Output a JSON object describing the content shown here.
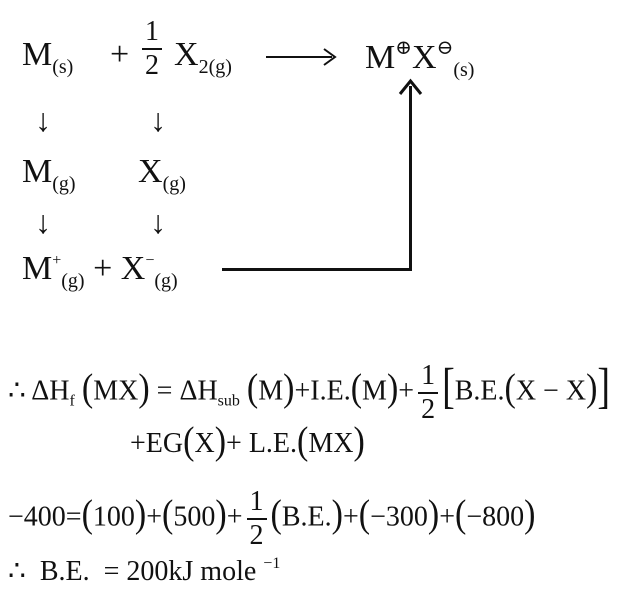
{
  "cycle": {
    "reactant_metal": "M",
    "reactant_metal_state": "(s)",
    "plus": "+",
    "half_num": "1",
    "half_den": "2",
    "reactant_halogen": "X",
    "reactant_halogen_state": "2(g)",
    "forward_arrow": "⟶",
    "product_cation": "M",
    "product_cation_charge": "⊕",
    "product_anion": "X",
    "product_anion_charge": "⊖",
    "product_state": "(s)",
    "down_arrow": "↓",
    "gas_metal": "M",
    "gas_metal_state": "(g)",
    "gas_halogen": "X",
    "gas_halogen_state": "(g)",
    "ion_metal": "M",
    "ion_metal_charge": "+",
    "ion_metal_state": "(g)",
    "ion_halogen": "X",
    "ion_halogen_charge": "−",
    "ion_halogen_state": "(g)"
  },
  "equations": {
    "line1": {
      "therefore": "∴",
      "dhf": "ΔH",
      "dhf_sub": "f",
      "mx": "MX",
      "equals": "=",
      "dhsub": "ΔH",
      "dhsub_sub": "sub",
      "m1": "M",
      "plus1": "+",
      "ie": "I.E.",
      "m2": "M",
      "plus2": "+",
      "half_num": "1",
      "half_den": "2",
      "be": "B.E.",
      "xx": "X − X"
    },
    "line2": {
      "plus1": "+",
      "eg": "EG",
      "x": "X",
      "plus2": "+",
      "le": "L.E.",
      "mx": "MX"
    },
    "line3": {
      "lhs": "−400",
      "equals": "=",
      "t1": "100",
      "plus1": "+",
      "t2": "500",
      "plus2": "+",
      "half_num": "1",
      "half_den": "2",
      "be": "B.E.",
      "plus3": "+",
      "t4": "−300",
      "plus4": "+",
      "t5": "−800"
    },
    "line4": {
      "therefore": "∴",
      "be": "B.E.",
      "equals": "=",
      "value": "200kJ mole",
      "exponent": "−1"
    }
  }
}
